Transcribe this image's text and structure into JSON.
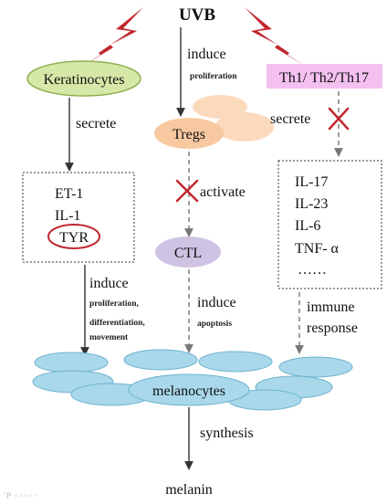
{
  "title": "UVB",
  "nodes": {
    "keratinocytes": "Keratinocytes",
    "tregs": "Tregs",
    "th": "Th1/ Th2/Th17",
    "ctl": "CTL",
    "melanocytes": "melanocytes",
    "melanin": "melanin"
  },
  "left_box": [
    "ET-1",
    "IL-1",
    "TYR"
  ],
  "right_box": [
    "IL-17",
    "IL-23",
    "IL-6",
    "TNF- α",
    "……"
  ],
  "labels": {
    "secrete_left": "secrete",
    "induce_mid": "induce",
    "proliferation_mid": "proliferation",
    "secrete_right": "secrete",
    "activate": "activate",
    "induce_left": "induce",
    "left_small": [
      "proliferation,",
      "differentiation,",
      "movement"
    ],
    "induce_ctl": "induce",
    "apoptosis": "apoptosis",
    "immune": "immune",
    "response": "response",
    "synthesis": "synthesis"
  },
  "watermark": "’P ◦◦◦◦◦",
  "colors": {
    "lightning": "#c0272d",
    "keratinocytes_fill": "#d6e8a8",
    "keratinocytes_stroke": "#8db04f",
    "tregs_fill": "#f8c9a0",
    "th_fill": "#f4c0f0",
    "ctl_fill": "#cfc3e4",
    "melanocyte_fill": "#a9d8ea",
    "melanocyte_stroke": "#6fb3d0",
    "cross": "#c0272d"
  }
}
